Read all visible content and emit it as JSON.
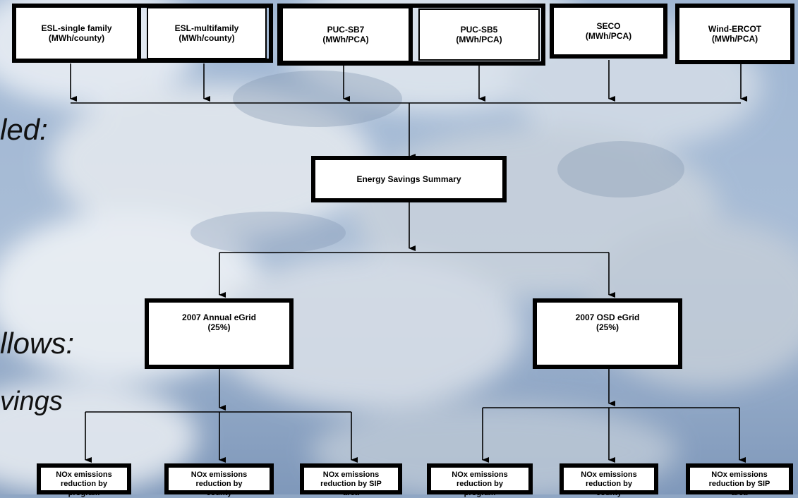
{
  "background_color": "#8fa6c4",
  "partial_text": {
    "left_1": "led:",
    "left_2": "llows:",
    "left_3": "vings"
  },
  "sources": [
    {
      "name": "ESL-single family",
      "unit": "(MWh/county)"
    },
    {
      "name": "ESL-multifamily",
      "unit": "(MWh/county)"
    },
    {
      "name": "PUC-SB7",
      "unit": "(MWh/PCA)"
    },
    {
      "name": "PUC-SB5",
      "unit": "(MWh/PCA)"
    },
    {
      "name": "SECO",
      "unit": "(MWh/PCA)"
    },
    {
      "name": "Wind-ERCOT",
      "unit": "(MWh/PCA)"
    }
  ],
  "summary": {
    "label": "Energy Savings Summary"
  },
  "grids": [
    {
      "name": "2007 Annual eGrid",
      "share": "(25%)"
    },
    {
      "name": "2007 OSD eGrid",
      "share": "(25%)"
    }
  ],
  "outputs": [
    {
      "l1": "NOx emissions",
      "l2": "reduction by",
      "l3": "program"
    },
    {
      "l1": "NOx emissions",
      "l2": "reduction  by",
      "l3": "county"
    },
    {
      "l1": "NOx emissions",
      "l2": "reduction by SIP",
      "l3": "area"
    },
    {
      "l1": "NOx emissions",
      "l2": "reduction by",
      "l3": "program"
    },
    {
      "l1": "NOx emissions",
      "l2": "reduction by",
      "l3": "county"
    },
    {
      "l1": "NOx emissions",
      "l2": "reduction by SIP",
      "l3": "area"
    }
  ]
}
